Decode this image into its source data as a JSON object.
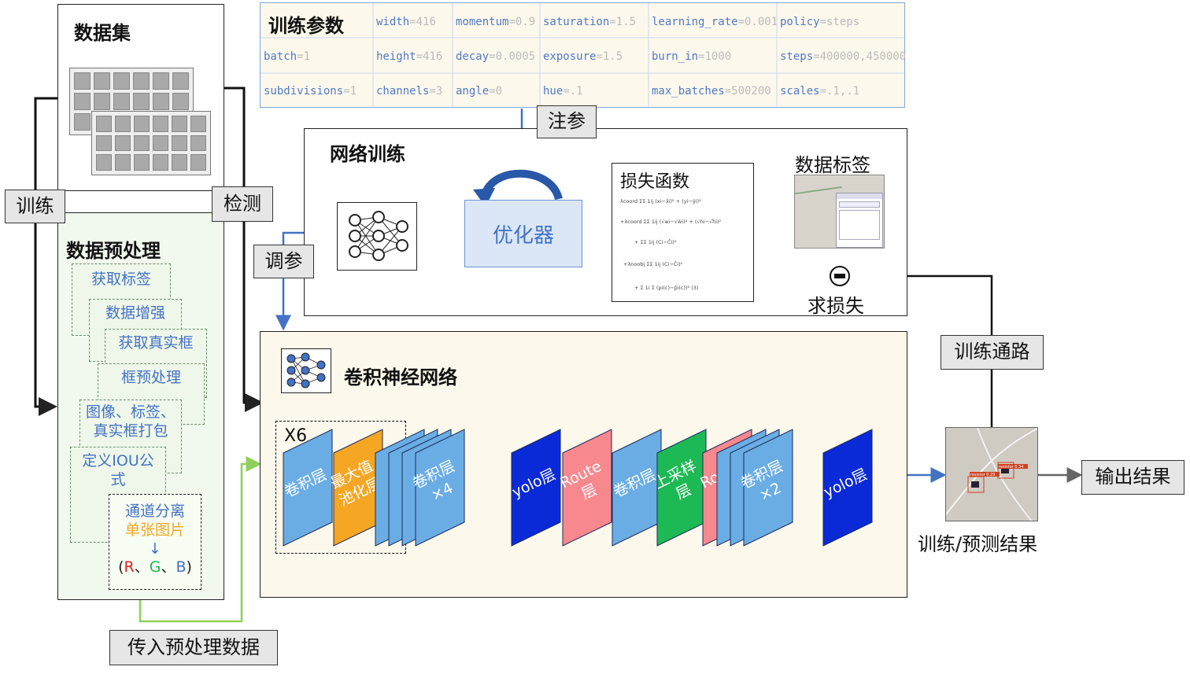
{
  "params": {
    "title": "训练参数",
    "cells": [
      [
        {
          "k": "width",
          "v": "=416"
        },
        {
          "k": "momentum",
          "v": "=0.9"
        },
        {
          "k": "saturation",
          "v": "=1.5"
        },
        {
          "k": "learning_rate",
          "v": "=0.001"
        },
        {
          "k": "policy",
          "v": "=steps"
        }
      ],
      [
        {
          "k": "batch",
          "v": "=1"
        },
        {
          "k": "height",
          "v": "=416"
        },
        {
          "k": "decay",
          "v": "=0.0005"
        },
        {
          "k": "exposure",
          "v": "=1.5"
        },
        {
          "k": "burn_in",
          "v": "=1000"
        },
        {
          "k": "steps",
          "v": "=400000,450000"
        }
      ],
      [
        {
          "k": "subdivisions",
          "v": "=1"
        },
        {
          "k": "channels",
          "v": "=3"
        },
        {
          "k": "angle",
          "v": "=0"
        },
        {
          "k": "hue",
          "v": "=.1"
        },
        {
          "k": "max_batches",
          "v": "=500200"
        },
        {
          "k": "scales",
          "v": "=.1,.1"
        }
      ]
    ]
  },
  "dataset": {
    "title": "数据集"
  },
  "preprocess": {
    "title": "数据预处理",
    "steps": [
      "获取标签",
      "数据增强",
      "获取真实框",
      "框预处理",
      "图像、标签、真实框打包",
      "定义IOU公式"
    ],
    "final_step": {
      "line1": "通道分离",
      "line2": "单张图片",
      "arrow": "↓",
      "paren_open": "(",
      "r": "R",
      "sep1": "、",
      "g": "G",
      "sep2": "、",
      "b": "B",
      "paren_close": ")"
    }
  },
  "tags": {
    "train": "训练",
    "detect": "检测",
    "inject": "注参",
    "tune": "调参",
    "train_path": "训练通路",
    "pass_data": "传入预处理数据",
    "output": "输出结果"
  },
  "net_train": {
    "title": "网络训练",
    "optimizer": "优化器",
    "loss_title": "损失函数",
    "data_label": "数据标签",
    "find_loss": "求损失"
  },
  "cnn": {
    "title": "卷积神经网络",
    "repeat": "X6",
    "layers": [
      {
        "label": "卷积层",
        "color": "#6aade4"
      },
      {
        "label": "最大值池化层",
        "color": "#f5a623"
      },
      {
        "label": "卷积层×4",
        "color": "#6aade4"
      },
      {
        "label": "yolo层",
        "color": "#0a2ad8"
      },
      {
        "label": "Route层",
        "color": "#f7888e"
      },
      {
        "label": "卷积层",
        "color": "#6aade4"
      },
      {
        "label": "上采样层",
        "color": "#1db954"
      },
      {
        "label": "Route层",
        "color": "#f7888e"
      },
      {
        "label": "卷积层×2",
        "color": "#6aade4"
      },
      {
        "label": "yolo层",
        "color": "#0a2ad8"
      }
    ]
  },
  "result": {
    "caption": "训练/预测结果",
    "det1": "resistor 0.29",
    "det2": "resistor 0.34"
  },
  "colors": {
    "blue_arrow": "#4472c4",
    "green_arrow": "#8dd05a",
    "red_loop": "#f08080",
    "dark": "#222222"
  }
}
